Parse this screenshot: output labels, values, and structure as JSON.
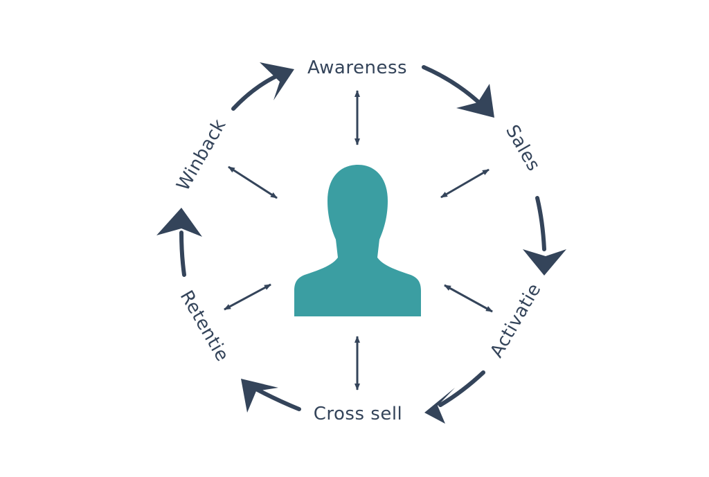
{
  "stages": {
    "awareness": "Awareness",
    "sales": "Sales",
    "activatie": "Activatie",
    "cross_sell": "Cross sell",
    "retentie": "Retentie",
    "winback": "Winback"
  },
  "colors": {
    "cycle": "#34445a",
    "person": "#3b9ea2",
    "background": "#ffffff"
  },
  "icons": {
    "center": "person-silhouette-icon"
  }
}
